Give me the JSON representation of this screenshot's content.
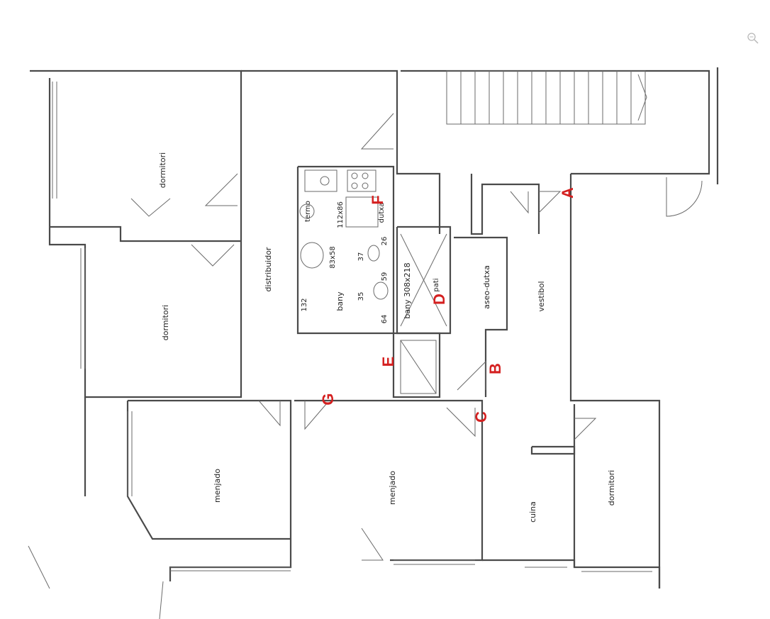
{
  "plan": {
    "rooms": {
      "dormitori_top": "dormitori",
      "dormitori_mid": "dormitori",
      "dormitori_right": "dormitori",
      "distribuidor": "distribuidor",
      "menjado_left": "menjado",
      "menjado_mid": "menjado",
      "cuina": "cuina",
      "vestibol": "vestibol",
      "aseo_dutxa": "aseo-dutxa",
      "bany_main": "bany",
      "bany_dim": "bany 308x218",
      "pati": "pati",
      "dutxa": "dutxa",
      "termo": "termo"
    },
    "dimensions": {
      "d_112x86": "112x86",
      "d_83x58": "83x58",
      "d_37": "37",
      "d_26": "26",
      "d_35": "35",
      "d_59": "59",
      "d_64": "64",
      "d_132": "132"
    },
    "markers": [
      "A",
      "B",
      "C",
      "D",
      "E",
      "F",
      "G"
    ],
    "marker_color": "#d42020",
    "line_color": "#4a4a4a"
  },
  "toolbar": {
    "zoom_icon": "magnifier-icon"
  }
}
